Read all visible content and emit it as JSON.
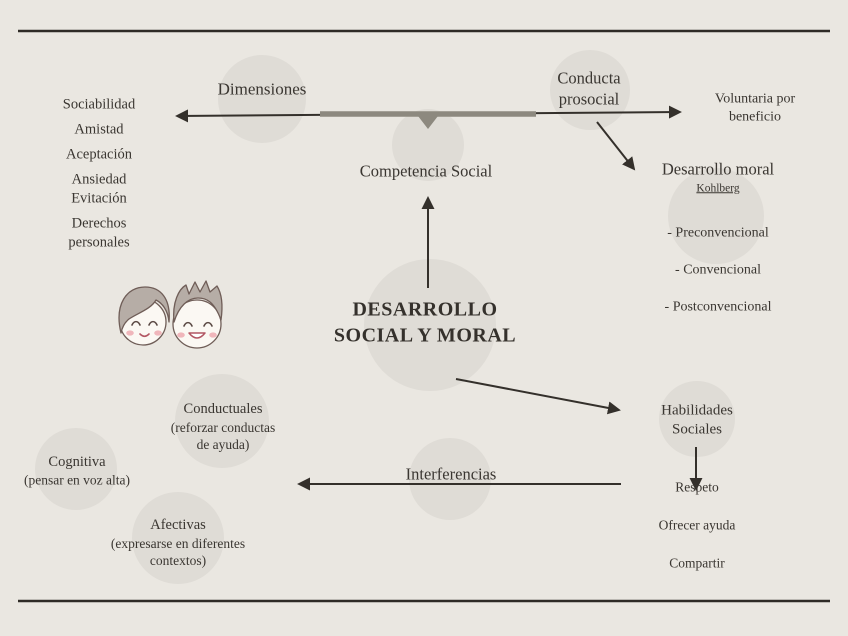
{
  "colors": {
    "background": "#eae7e1",
    "ink": "#3a3631",
    "line": "#34302b",
    "thick_bar": "#8d897f",
    "watermark_circle": "#dfdcd6",
    "cheek_pink": "#edaab0",
    "hair_gray": "#b6ada6"
  },
  "center": {
    "title": "DESARROLLO\nSOCIAL Y MORAL",
    "competencia": "Competencia Social"
  },
  "dimensiones": {
    "label": "Dimensiones",
    "items": [
      "Sociabilidad",
      "Amistad",
      "Aceptación",
      "Ansiedad\nEvitación",
      "Derechos\npersonales"
    ]
  },
  "prosocial": {
    "label": "Conducta\nprosocial",
    "voluntaria": "Voluntaria por\nbeneficio"
  },
  "moral": {
    "label": "Desarrollo moral",
    "author": "Kohlberg",
    "stages": [
      "- Preconvencional",
      "- Convencional",
      "- Postconvencional"
    ]
  },
  "habilidades": {
    "label": "Habilidades\nSociales",
    "examples": [
      "Respeto",
      "Ofrecer ayuda",
      "Compartir"
    ]
  },
  "interferencias": {
    "label": "Interferencias",
    "types": [
      {
        "name": "Conductuales",
        "detail": "(reforzar conductas\nde ayuda)"
      },
      {
        "name": "Cognitiva",
        "detail": "(pensar en voz alta)"
      },
      {
        "name": "Afectivas",
        "detail": "(expresarse en diferentes\ncontextos)"
      }
    ]
  }
}
